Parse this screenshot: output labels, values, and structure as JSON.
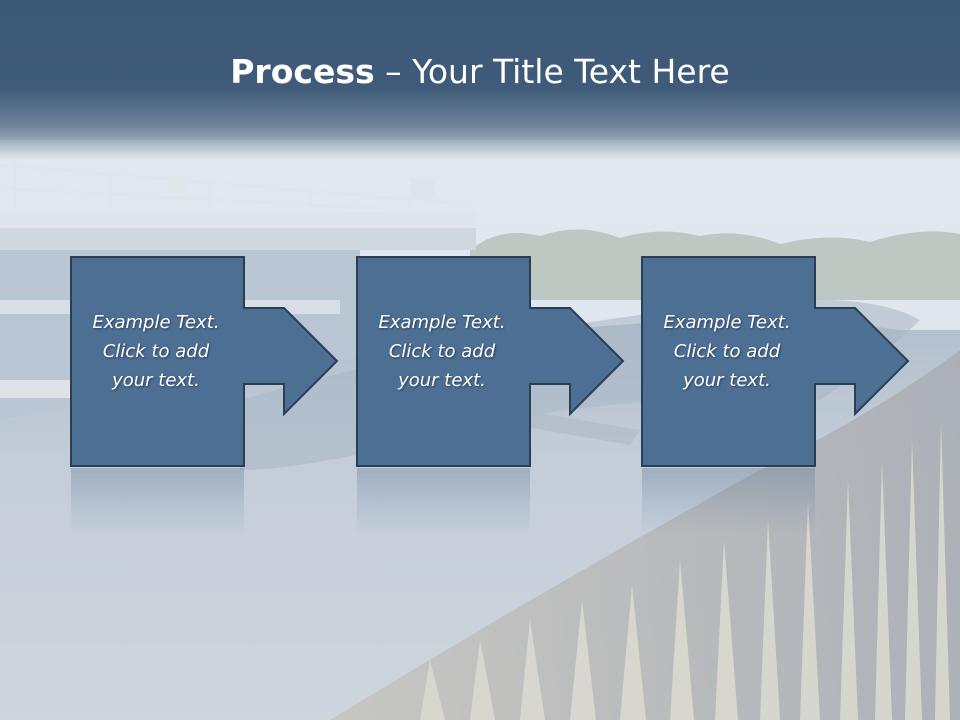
{
  "header": {
    "title_bold": "Process",
    "title_rest": " – Your Title Text Here"
  },
  "steps": [
    {
      "line1": "Example Text.",
      "line2": "Click  to add",
      "line3": "your text."
    },
    {
      "line1": "Example Text.",
      "line2": "Click  to add",
      "line3": "your text."
    },
    {
      "line1": "Example Text.",
      "line2": "Click  to add",
      "line3": "your text."
    }
  ],
  "colors": {
    "header": "#3c5877",
    "box_fill": "#4d6f94",
    "box_stroke": "#2a3f57",
    "text": "#ffffff"
  }
}
